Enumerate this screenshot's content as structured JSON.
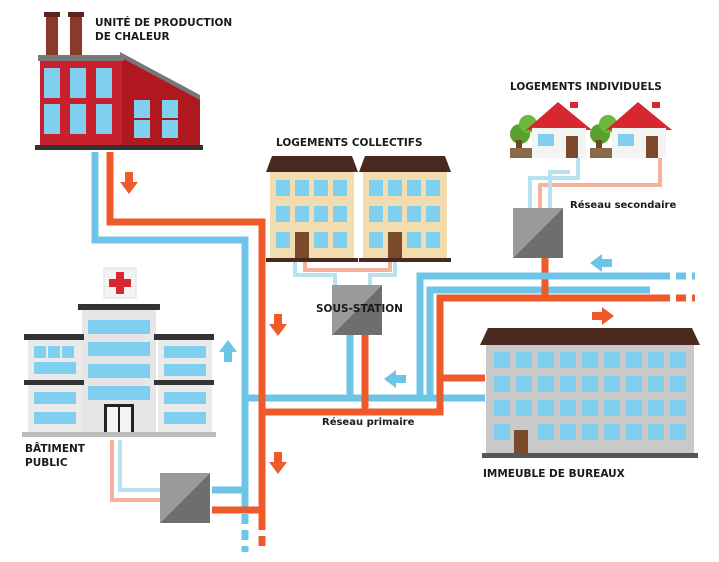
{
  "labels": {
    "production_unit": "UNITÉ DE PRODUCTION\nDE CHALEUR",
    "collective_housing": "LOGEMENTS COLLECTIFS",
    "individual_housing": "LOGEMENTS INDIVIDUELS",
    "secondary_network": "Réseau secondaire",
    "substation": "SOUS-STATION",
    "primary_network": "Réseau primaire",
    "public_building": "BÂTIMENT\nPUBLIC",
    "office_building": "IMMEUBLE DE BUREAUX"
  },
  "colors": {
    "supply_pipe": "#ee5a2a",
    "return_pipe": "#6cc4e6",
    "secondary_supply": "#f5b29a",
    "secondary_return": "#b8e2f2",
    "factory_red": "#c8202c",
    "building_beige": "#f2dcb0",
    "roof_brown": "#4a2a20",
    "window_blue": "#7fd0ee",
    "substation_gray": "#8a8a8a",
    "office_gray": "#c9c9c9"
  },
  "icons": {
    "supply_arrow": "arrow-orange-icon",
    "return_arrow": "arrow-blue-icon",
    "hospital_cross": "medical-cross-icon"
  }
}
